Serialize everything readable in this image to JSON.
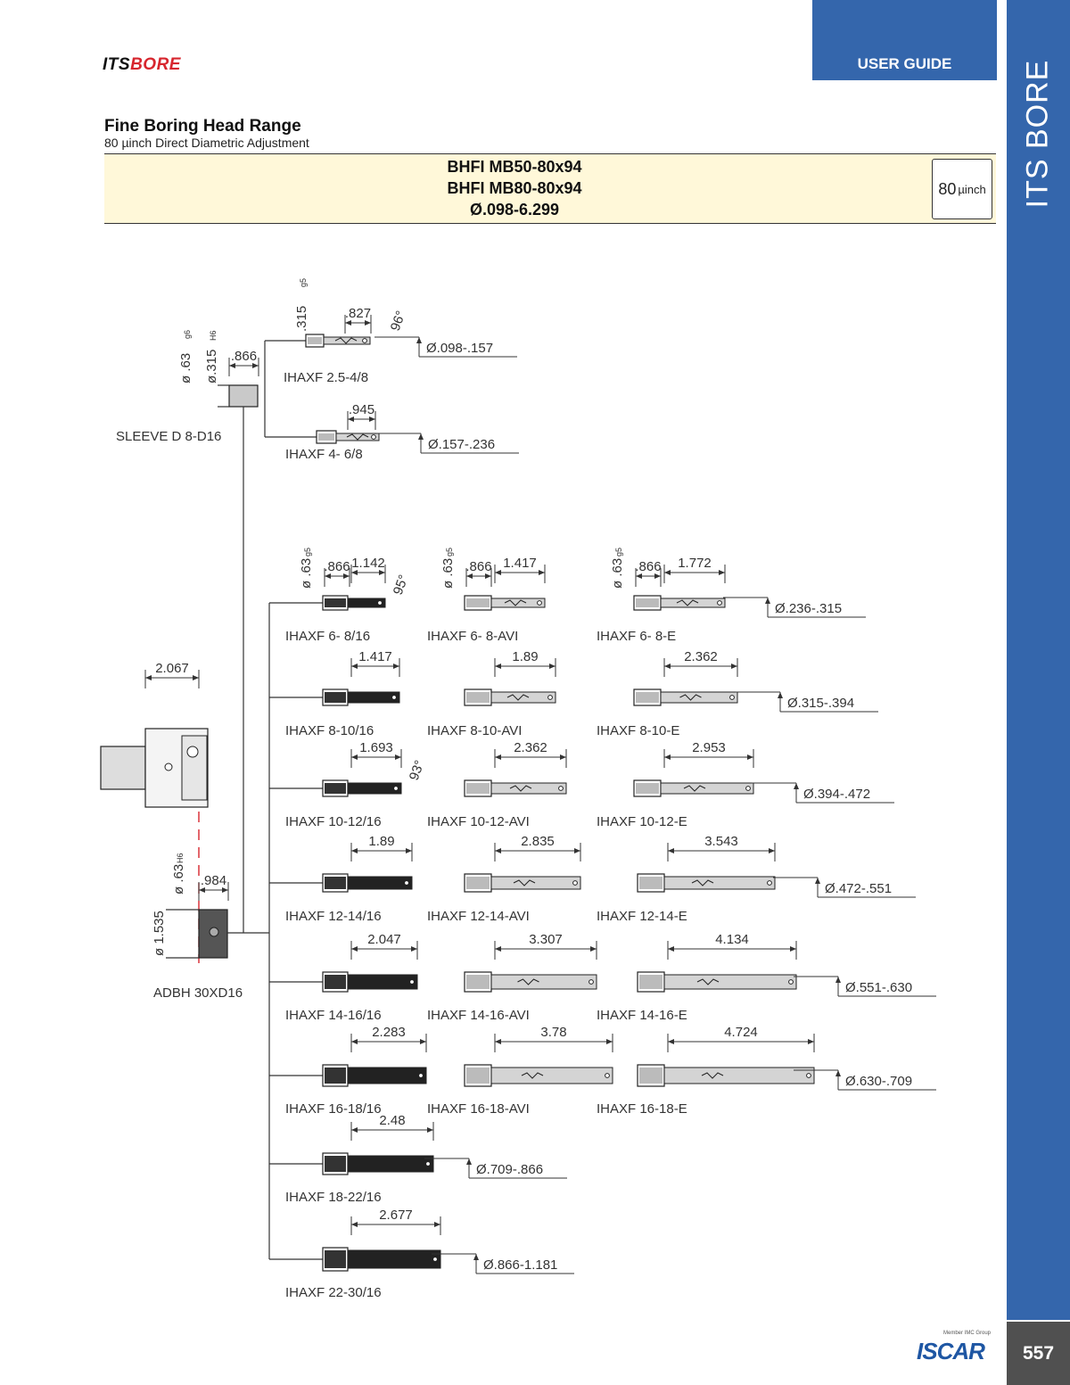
{
  "brand": {
    "part1": "ITS",
    "part2": "BORE"
  },
  "header": {
    "section": "USER GUIDE",
    "side_title": "ITS BORE"
  },
  "page": {
    "title": "Fine Boring Head Range",
    "subtitle": "80 µinch Direct Diametric Adjustment",
    "number": "557"
  },
  "band": {
    "lines": [
      "BHFI MB50-80x94",
      "BHFI MB80-80x94",
      "Ø.098-6.299"
    ],
    "unit_value": "80",
    "unit_label": "µinch"
  },
  "footer": {
    "group_tag": "Member IMC Group",
    "logo_text": "ISCAR"
  },
  "colors": {
    "blue": "#3466ac",
    "band": "#fff8d9",
    "dashed_red": "#d7262e"
  },
  "diagram": {
    "sleeve": {
      "name": "SLEEVE D 8-D16",
      "dia_outer": "ø .63",
      "fit_outer": "g6",
      "dia_inner": "ø.315",
      "fit_inner": "H6",
      "length": ".866"
    },
    "sleeve_tools": [
      {
        "name": "IHAXF 2.5-4/8",
        "length": ".827",
        "shank": ".315",
        "shank_fit": "g5",
        "angle": "96°",
        "range": "Ø.098-.157"
      },
      {
        "name": "IHAXF 4- 6/8",
        "length": ".945",
        "range": "Ø.157-.236"
      }
    ],
    "head": {
      "length": "2.067"
    },
    "adapter": {
      "name": "ADBH 30XD16",
      "dia_bore": "ø .63",
      "fit": "H6",
      "length": ".984",
      "dia_outer": "ø 1.535"
    },
    "shank_label": {
      "dia": "ø .63",
      "fit": "g5",
      "length": ".866"
    },
    "rows": [
      {
        "range": "Ø.236-.315",
        "tools": [
          {
            "name": "IHAXF 6- 8/16",
            "length": "1.142",
            "angle": "95°"
          },
          {
            "name": "IHAXF 6- 8-AVI",
            "length": "1.417"
          },
          {
            "name": "IHAXF 6- 8-E",
            "length": "1.772"
          }
        ]
      },
      {
        "range": "Ø.315-.394",
        "tools": [
          {
            "name": "IHAXF 8-10/16",
            "length": "1.417"
          },
          {
            "name": "IHAXF 8-10-AVI",
            "length": "1.89"
          },
          {
            "name": "IHAXF 8-10-E",
            "length": "2.362"
          }
        ]
      },
      {
        "range": "Ø.394-.472",
        "tools": [
          {
            "name": "IHAXF 10-12/16",
            "length": "1.693",
            "angle": "93°"
          },
          {
            "name": "IHAXF 10-12-AVI",
            "length": "2.362"
          },
          {
            "name": "IHAXF 10-12-E",
            "length": "2.953"
          }
        ]
      },
      {
        "range": "Ø.472-.551",
        "tools": [
          {
            "name": "IHAXF 12-14/16",
            "length": "1.89"
          },
          {
            "name": "IHAXF 12-14-AVI",
            "length": "2.835"
          },
          {
            "name": "IHAXF 12-14-E",
            "length": "3.543"
          }
        ]
      },
      {
        "range": "Ø.551-.630",
        "tools": [
          {
            "name": "IHAXF 14-16/16",
            "length": "2.047"
          },
          {
            "name": "IHAXF 14-16-AVI",
            "length": "3.307"
          },
          {
            "name": "IHAXF 14-16-E",
            "length": "4.134"
          }
        ]
      },
      {
        "range": "Ø.630-.709",
        "tools": [
          {
            "name": "IHAXF 16-18/16",
            "length": "2.283"
          },
          {
            "name": "IHAXF 16-18-AVI",
            "length": "3.78"
          },
          {
            "name": "IHAXF 16-18-E",
            "length": "4.724"
          }
        ]
      },
      {
        "range": "Ø.709-.866",
        "tools": [
          {
            "name": "IHAXF 18-22/16",
            "length": "2.48"
          }
        ]
      },
      {
        "range": "Ø.866-1.181",
        "tools": [
          {
            "name": "IHAXF 22-30/16",
            "length": "2.677"
          }
        ]
      }
    ]
  }
}
